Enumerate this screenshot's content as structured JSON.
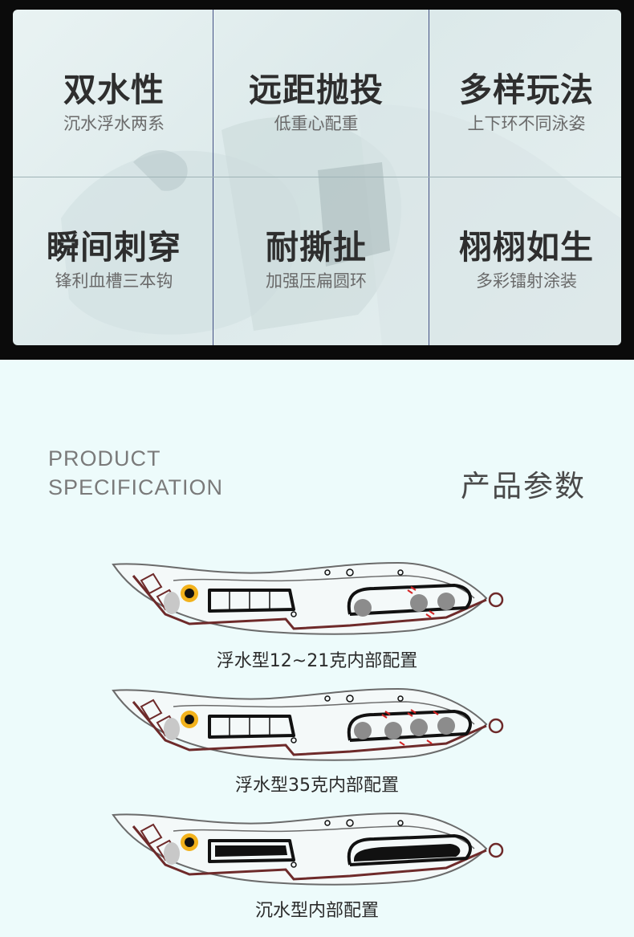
{
  "features": [
    {
      "title": "双水性",
      "subtitle": "沉水浮水两系"
    },
    {
      "title": "远距抛投",
      "subtitle": "低重心配重"
    },
    {
      "title": "多样玩法",
      "subtitle": "上下环不同泳姿"
    },
    {
      "title": "瞬间刺穿",
      "subtitle": "锋利血槽三本钩"
    },
    {
      "title": "耐撕扯",
      "subtitle": "加强压扁圆环"
    },
    {
      "title": "栩栩如生",
      "subtitle": "多彩镭射涂装"
    }
  ],
  "spec": {
    "en_line1": "PRODUCT",
    "en_line2": "SPECIFICATION",
    "cn": "产品参数"
  },
  "lures": [
    {
      "caption": "浮水型12~21克内部配置"
    },
    {
      "caption": "浮水型35克内部配置"
    },
    {
      "caption": "沉水型内部配置"
    }
  ],
  "colors": {
    "accent_yellow": "#f2b21c",
    "wire_brown": "#6e2a2a",
    "vibration_red": "#d42424"
  }
}
